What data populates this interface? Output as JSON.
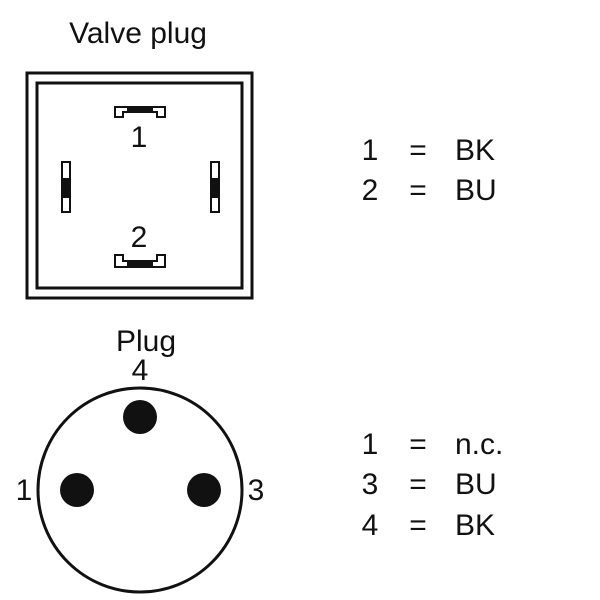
{
  "valve_plug": {
    "title": "Valve plug",
    "pin_labels": [
      "1",
      "2"
    ],
    "legend": [
      {
        "pin": "1",
        "sep": "=",
        "value": "BK"
      },
      {
        "pin": "2",
        "sep": "=",
        "value": "BU"
      }
    ]
  },
  "plug": {
    "title": "Plug",
    "pin_labels": {
      "left": "1",
      "right": "3",
      "top": "4"
    },
    "legend": [
      {
        "pin": "1",
        "sep": "=",
        "value": "n.c."
      },
      {
        "pin": "3",
        "sep": "=",
        "value": "BU"
      },
      {
        "pin": "4",
        "sep": "=",
        "value": "BK"
      }
    ]
  },
  "colors": {
    "stroke": "#111111",
    "fill": "#111111",
    "background": "#ffffff"
  }
}
